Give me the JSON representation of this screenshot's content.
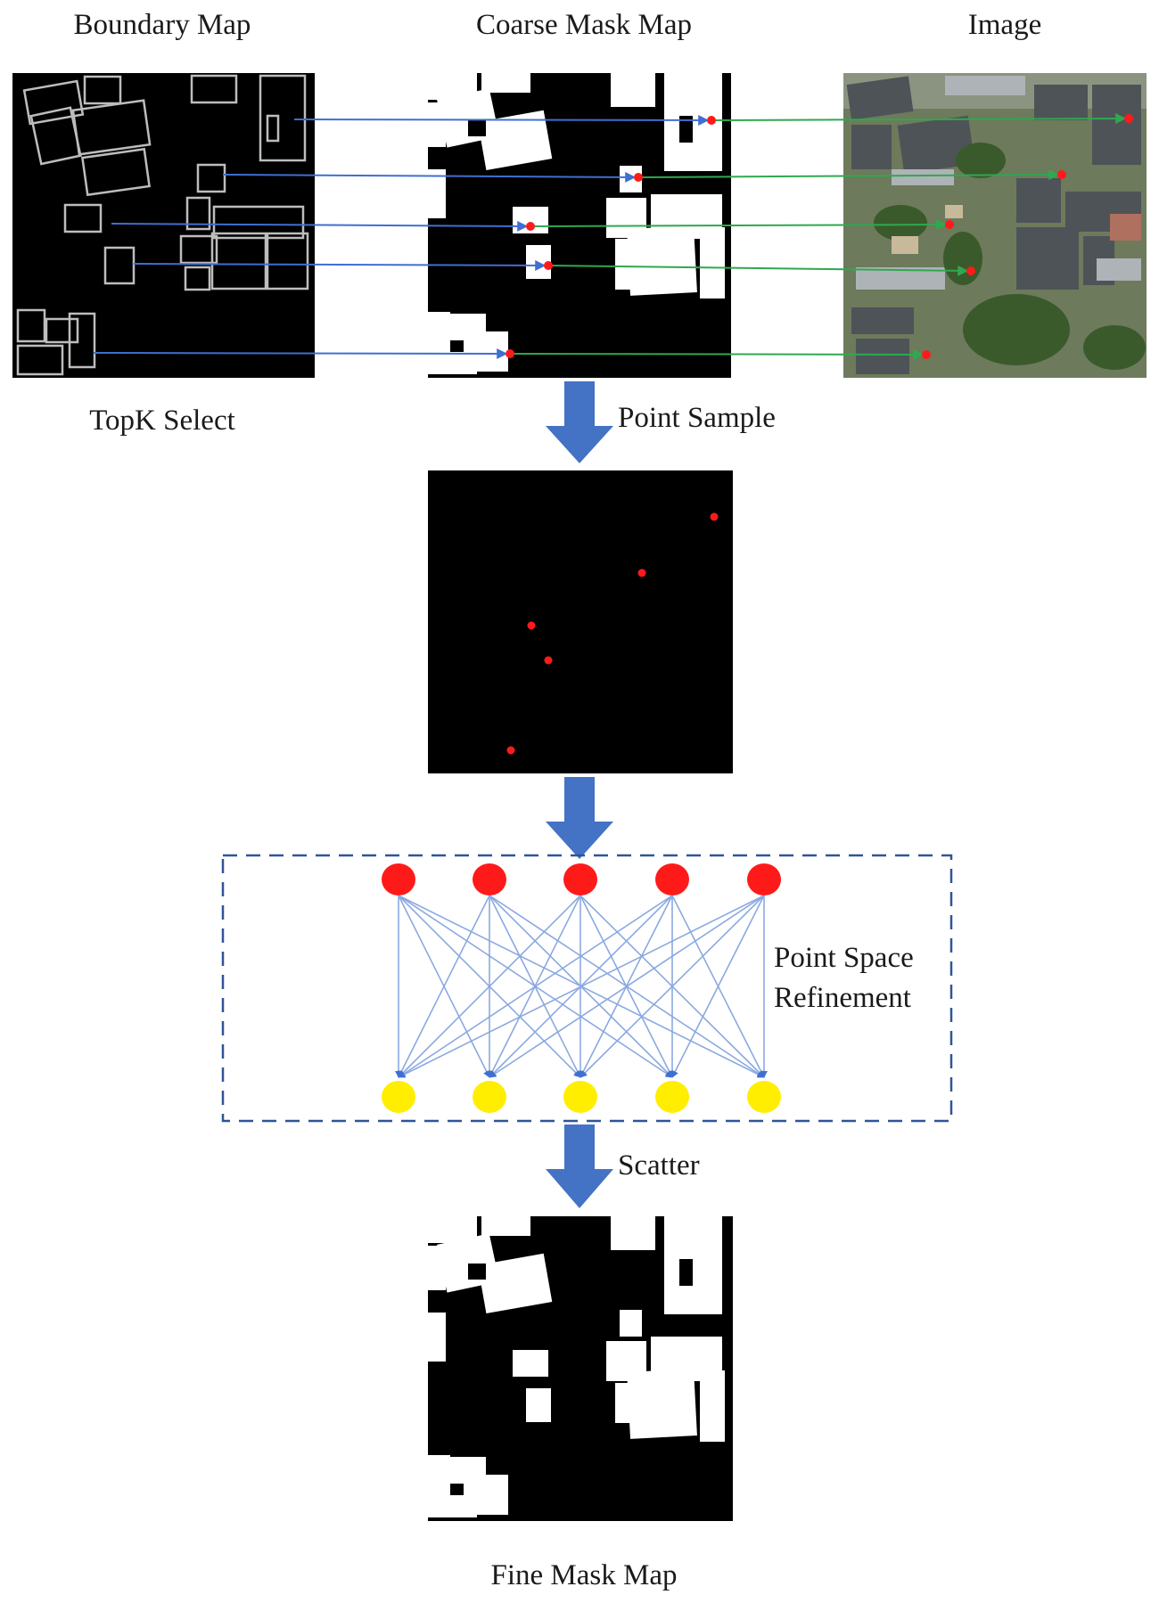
{
  "labels": {
    "boundary_map": "Boundary Map",
    "coarse_mask_map": "Coarse Mask Map",
    "image": "Image",
    "topk_select": "TopK Select",
    "point_sample": "Point Sample",
    "point_space_line1": "Point Space",
    "point_space_line2": "Refinement",
    "scatter": "Scatter",
    "fine_mask_map": "Fine Mask Map"
  },
  "sampled_point_count": 5,
  "refinement_nodes": {
    "input_count": 5,
    "output_count": 5
  },
  "colors": {
    "point": "#ff1a1a",
    "output_node": "#ffee00",
    "flow_arrow": "#4472c4",
    "map_link_blue": "#3f6fd1",
    "map_link_green": "#2fa84f",
    "connection": "#8aa9e0",
    "dashed_box": "#2f5597",
    "map_background": "#000000",
    "building": "#ffffff"
  }
}
